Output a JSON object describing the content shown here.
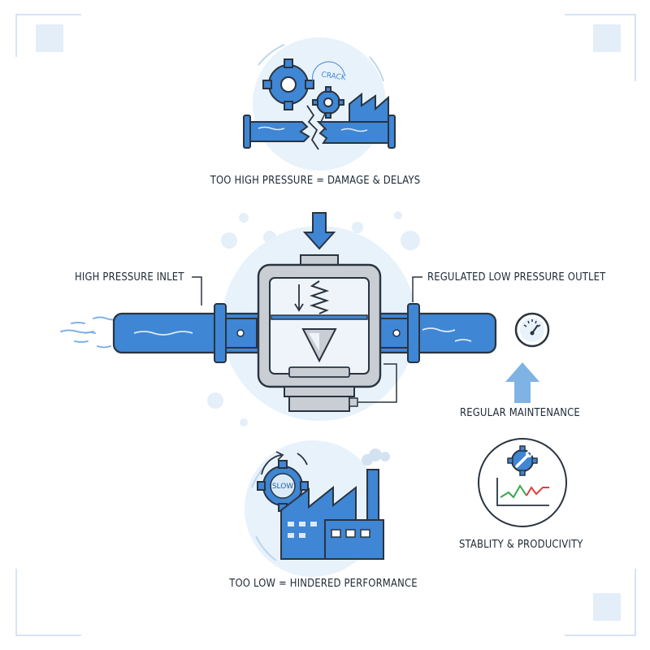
{
  "labels": {
    "too_high": "TOO HIGH PRESSURE = DAMAGE & DELAYS",
    "inlet": "HIGH PRESSURE INLET",
    "outlet": "REGULATED LOW PRESSURE OUTLET",
    "maintenance": "REGULAR MAINTENANCE",
    "stability": "STABLITY & PRODUCIVITY",
    "too_low": "TOO LOW = HINDERED PERFORMANCE",
    "crack": "CRACK",
    "slow": "SLOW"
  },
  "colors": {
    "primary_blue": "#3f86d4",
    "dark_blue": "#1f5f9e",
    "light_blue": "#dbeaf8",
    "pale_blue": "#e8f2fb",
    "outline": "#2a3440",
    "body_gray": "#c9ced4",
    "trend_green": "#3aa54a",
    "trend_red": "#d94040"
  }
}
